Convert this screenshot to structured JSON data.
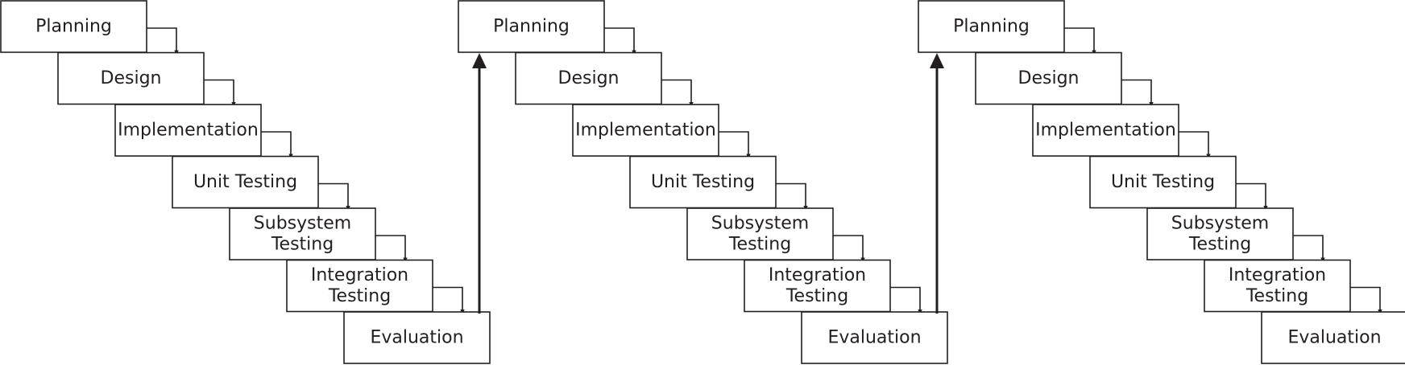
{
  "stages": [
    [
      "Planning"
    ],
    [
      "Design"
    ],
    [
      "Implementation"
    ],
    [
      "Unit Testing"
    ],
    [
      "Subsystem",
      "Testing"
    ],
    [
      "Integration",
      "Testing"
    ],
    [
      "Evaluation"
    ]
  ],
  "iterations": 3,
  "colors": {
    "ink": "#231f20",
    "background": "#ffffff"
  }
}
